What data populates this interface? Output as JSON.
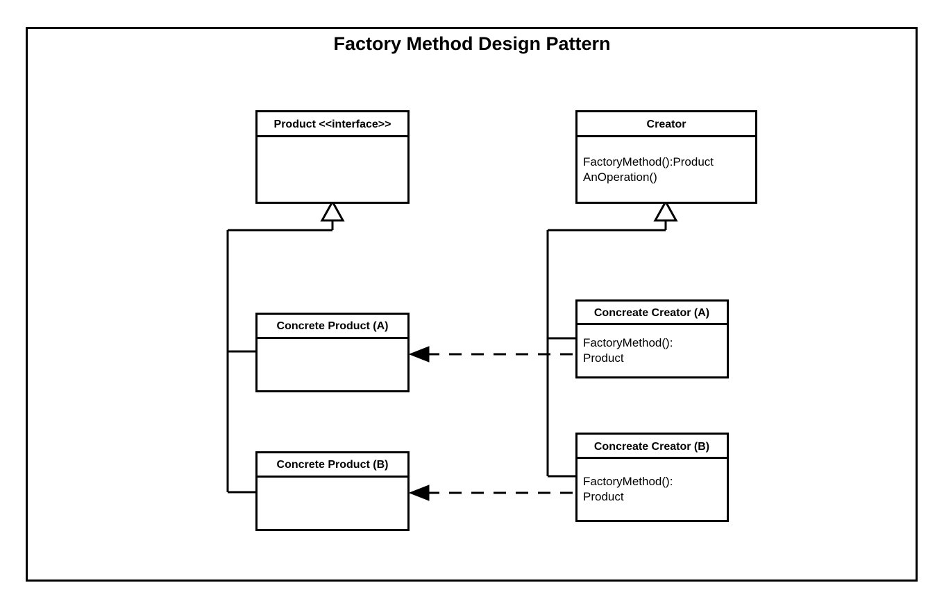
{
  "diagram": {
    "title": "Factory Method Design Pattern",
    "type": "uml-class-diagram",
    "colors": {
      "background": "#ffffff",
      "stroke": "#000000",
      "fill": "#ffffff"
    },
    "classes": {
      "product": {
        "name": "Product <<interface>>",
        "members": []
      },
      "creator": {
        "name": "Creator",
        "members": [
          "FactoryMethod():Product",
          "AnOperation()"
        ]
      },
      "concrete_product_a": {
        "name": "Concrete Product (A)",
        "members": []
      },
      "concrete_product_b": {
        "name": "Concrete Product (B)",
        "members": []
      },
      "concrete_creator_a": {
        "name": "Concreate Creator (A)",
        "members": [
          "FactoryMethod():",
          "Product"
        ]
      },
      "concrete_creator_b": {
        "name": "Concreate Creator (B)",
        "members": [
          "FactoryMethod():",
          "Product"
        ]
      }
    },
    "relationships": [
      {
        "kind": "generalization",
        "from": "concrete_product_a",
        "to": "product",
        "style": "solid-hollow-triangle"
      },
      {
        "kind": "generalization",
        "from": "concrete_product_b",
        "to": "product",
        "style": "solid-hollow-triangle"
      },
      {
        "kind": "generalization",
        "from": "concrete_creator_a",
        "to": "creator",
        "style": "solid-hollow-triangle"
      },
      {
        "kind": "generalization",
        "from": "concrete_creator_b",
        "to": "creator",
        "style": "solid-hollow-triangle"
      },
      {
        "kind": "dependency",
        "from": "concrete_creator_a",
        "to": "concrete_product_a",
        "style": "dashed-open-arrow"
      },
      {
        "kind": "dependency",
        "from": "concrete_creator_b",
        "to": "concrete_product_b",
        "style": "dashed-open-arrow"
      }
    ]
  }
}
